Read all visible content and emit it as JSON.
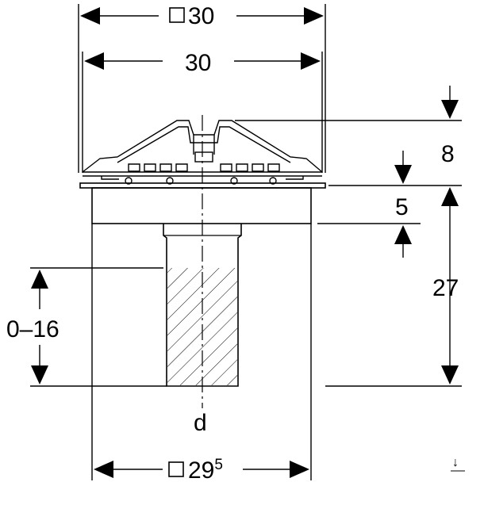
{
  "dimensions": {
    "top_outer_width": "30",
    "top_outer_width_symbol": "□",
    "top_inner_width": "30",
    "cap_height": "8",
    "flange_height": "5",
    "total_height": "27",
    "adjust_range": "0–16",
    "pipe_diameter": "d",
    "bottom_width_symbol": "□",
    "bottom_width_base": "29",
    "bottom_width_sup": "5"
  },
  "corner_mark": "↓",
  "colors": {
    "line": "#000000",
    "background": "#ffffff"
  }
}
